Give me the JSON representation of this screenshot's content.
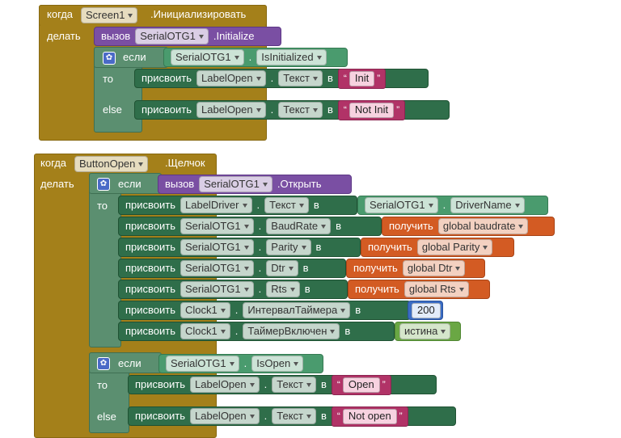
{
  "event1": {
    "when": "когда",
    "component": "Screen1",
    "event": ".Инициализировать",
    "do": "делать",
    "call": {
      "word": "вызов",
      "component": "SerialOTG1",
      "method": ".Initialize"
    },
    "if": {
      "if_word": "если",
      "then_word": "то",
      "else_word": "else",
      "condition": {
        "component": "SerialOTG1",
        "property": "IsInitialized"
      },
      "then_set": {
        "set_word": "присвоить",
        "component": "LabelOpen",
        "property": "Текст",
        "to_word": "в",
        "value": "Init"
      },
      "else_set": {
        "set_word": "присвоить",
        "component": "LabelOpen",
        "property": "Текст",
        "to_word": "в",
        "value": "Not Init"
      }
    }
  },
  "event2": {
    "when": "когда",
    "component": "ButtonOpen",
    "event": ".Щелчок",
    "do": "делать",
    "if1": {
      "if_word": "если",
      "then_word": "то",
      "condition": {
        "call_word": "вызов",
        "component": "SerialOTG1",
        "method": ".Открыть"
      },
      "sets": [
        {
          "set_word": "присвоить",
          "component": "LabelDriver",
          "property": "Текст",
          "to_word": "в",
          "value_component": "SerialOTG1",
          "value_property": "DriverName"
        },
        {
          "set_word": "присвоить",
          "component": "SerialOTG1",
          "property": "BaudRate",
          "to_word": "в",
          "get_word": "получить",
          "variable": "global baudrate"
        },
        {
          "set_word": "присвоить",
          "component": "SerialOTG1",
          "property": "Parity",
          "to_word": "в",
          "get_word": "получить",
          "variable": "global Parity"
        },
        {
          "set_word": "присвоить",
          "component": "SerialOTG1",
          "property": "Dtr",
          "to_word": "в",
          "get_word": "получить",
          "variable": "global Dtr"
        },
        {
          "set_word": "присвоить",
          "component": "SerialOTG1",
          "property": "Rts",
          "to_word": "в",
          "get_word": "получить",
          "variable": "global Rts"
        },
        {
          "set_word": "присвоить",
          "component": "Clock1",
          "property": "ИнтервалТаймера",
          "to_word": "в",
          "number": "200"
        },
        {
          "set_word": "присвоить",
          "component": "Clock1",
          "property": "ТаймерВключен",
          "to_word": "в",
          "boolean": "истина"
        }
      ]
    },
    "if2": {
      "if_word": "если",
      "then_word": "то",
      "else_word": "else",
      "condition": {
        "component": "SerialOTG1",
        "property": "IsOpen"
      },
      "then_set": {
        "set_word": "присвоить",
        "component": "LabelOpen",
        "property": "Текст",
        "to_word": "в",
        "value": "Open"
      },
      "else_set": {
        "set_word": "присвоить",
        "component": "LabelOpen",
        "property": "Текст",
        "to_word": "в",
        "value": "Not open"
      }
    }
  }
}
